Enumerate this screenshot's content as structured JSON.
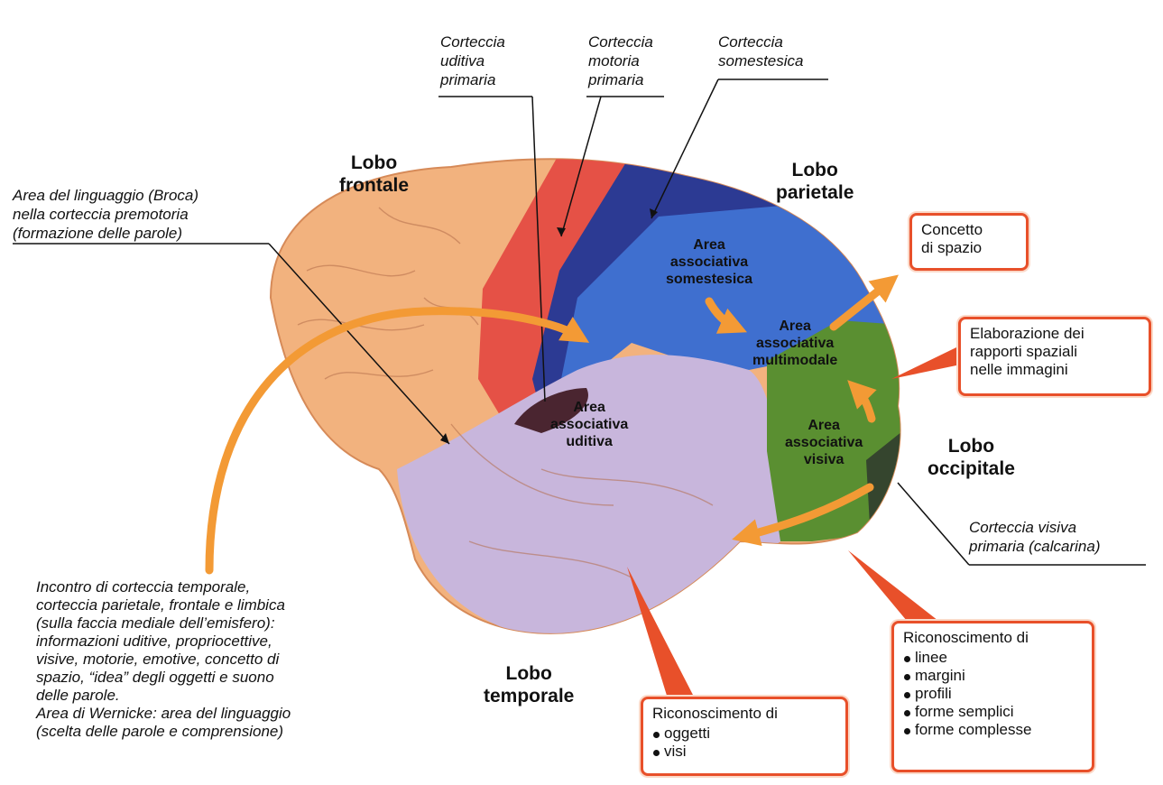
{
  "labels": {
    "uditiva": "Corteccia\nuditiva\nprimaria",
    "motoria": "Corteccia\nmotoria\nprimaria",
    "somestesica": "Corteccia\nsomestesica",
    "broca": "Area del linguaggio (Broca)\nnella corteccia premotoria\n(formazione delle parole)",
    "visiva_primaria": "Corteccia visiva\nprimaria (calcarina)",
    "incontro": "Incontro di corteccia temporale,\ncorteccia parietale, frontale e limbica\n(sulla faccia mediale dell’emisfero):\ninformazioni uditive, propriocettive,\nvisive, motorie, emotive, concetto di\nspazio, “idea” degli oggetti e suono\ndelle parole.\nArea di Wernicke: area del linguaggio\n(scelta delle parole e comprensione)"
  },
  "lobes": {
    "frontale": "Lobo\nfrontale",
    "parietale": "Lobo\nparietale",
    "occipitale": "Lobo\noccipitale",
    "temporale": "Lobo\ntemporale"
  },
  "areas": {
    "somestesica": "Area\nassociativa\nsomestesica",
    "multimodale": "Area\nassociativa\nmultimodale",
    "uditiva": "Area\nassociativa\nuditiva",
    "visiva": "Area\nassociativa\nvisiva"
  },
  "boxes": {
    "spazio": "Concetto\ndi spazio",
    "rapporti": "Elaborazione dei\nrapporti spaziali\nnelle immagini",
    "oggetti": {
      "title": "Riconoscimento di",
      "items": [
        "oggetti",
        "visi"
      ]
    },
    "forme": {
      "title": "Riconoscimento di",
      "items": [
        "linee",
        "margini",
        "profili",
        "forme semplici",
        "forme complesse"
      ]
    }
  },
  "colors": {
    "frontal": "#f2b27e",
    "motor": "#e55146",
    "somatosensory": "#2c3a93",
    "parietal_assoc": "#3f6fcf",
    "temporal": "#c8b6dc",
    "occipital": "#5a8f31",
    "visual_primary": "#35452e",
    "auditory_primary": "#4a2530",
    "arrow": "#f39a35",
    "box_border": "#e8502a"
  }
}
